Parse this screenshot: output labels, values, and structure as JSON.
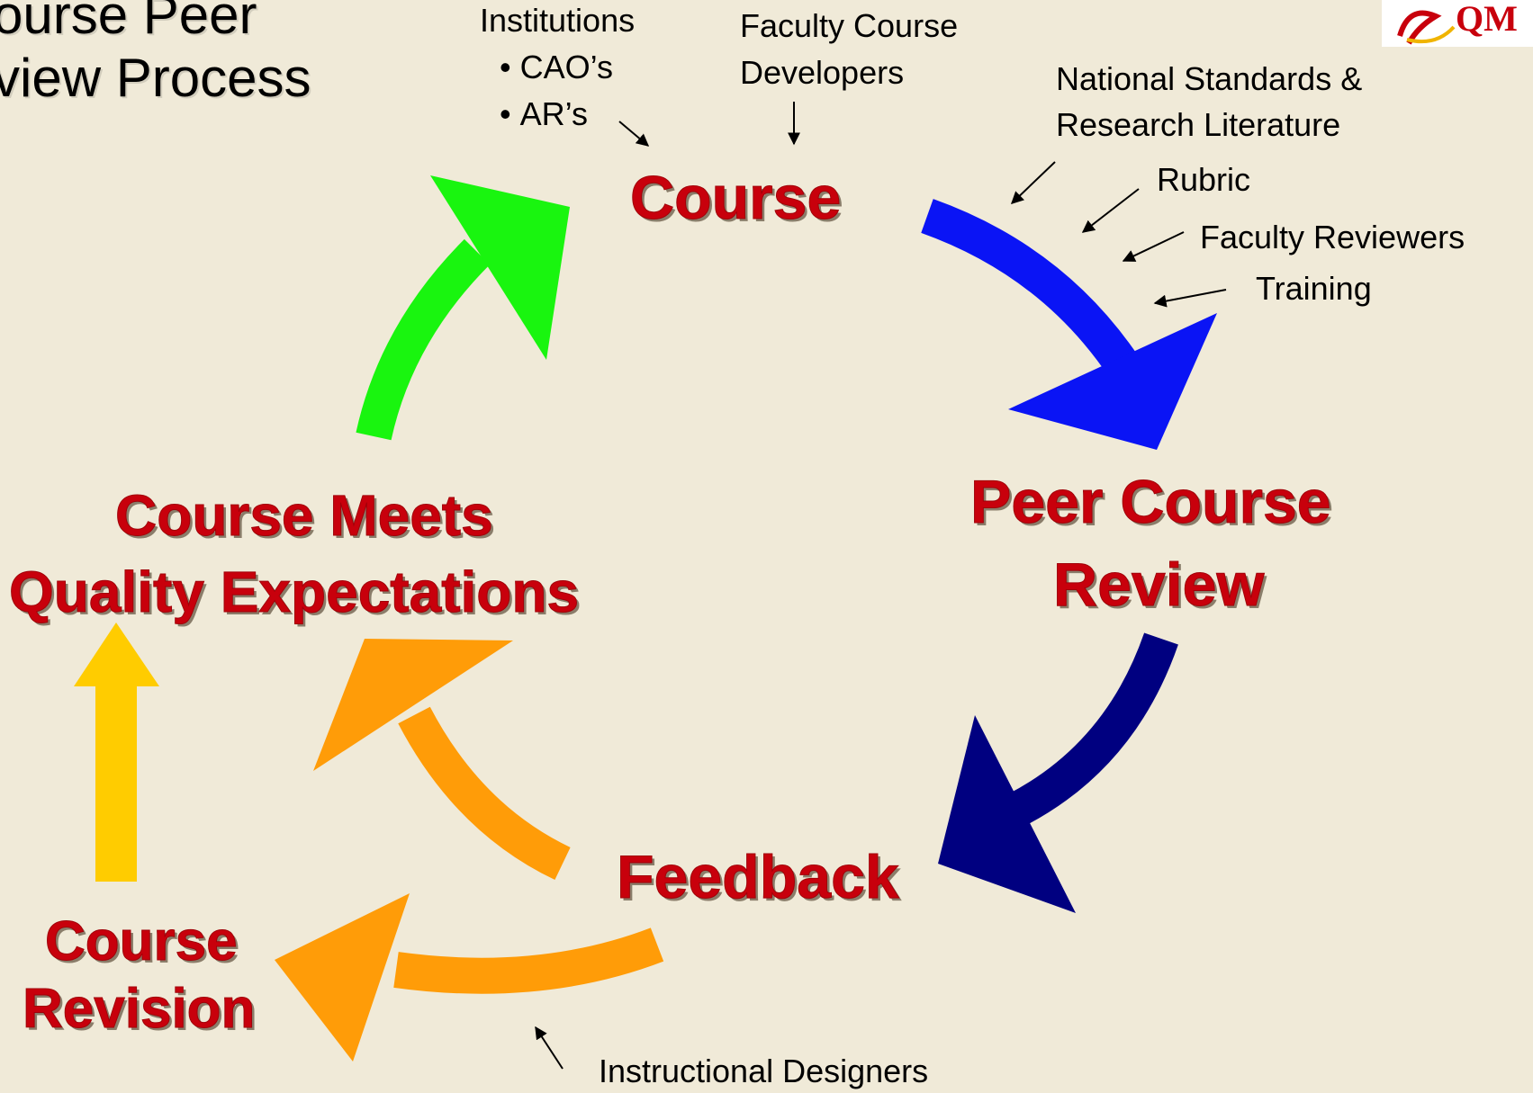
{
  "title": {
    "line1": "ourse Peer",
    "line2": "view Process"
  },
  "nodes": {
    "course": "Course",
    "peer_review_line1": "Peer Course",
    "peer_review_line2": "Review",
    "feedback": "Feedback",
    "meets_line1": "Course Meets",
    "meets_line2": "Quality Expectations",
    "revision_line1": "Course",
    "revision_line2": "Revision"
  },
  "inputs": {
    "institutions": "Institutions",
    "cao": "CAO’s",
    "ar": "AR’s",
    "faculty_devs_line1": "Faculty Course",
    "faculty_devs_line2": "Developers",
    "standards_line1": "National Standards &",
    "standards_line2": "Research Literature",
    "rubric": "Rubric",
    "faculty_reviewers": "Faculty Reviewers",
    "training": "Training",
    "instructional_designers": "Instructional Designers"
  },
  "colors": {
    "background": "#f0ead8",
    "node_text": "#c8000c",
    "arrow_course_to_review": "#0a14f5",
    "arrow_review_to_feedback": "#000080",
    "arrow_feedback_to_meets": "#ff9c08",
    "arrow_feedback_to_revision": "#ff9c08",
    "arrow_revision_to_meets": "#ffcc00",
    "arrow_meets_to_course": "#19f50f"
  },
  "logo": {
    "text": "QM"
  }
}
